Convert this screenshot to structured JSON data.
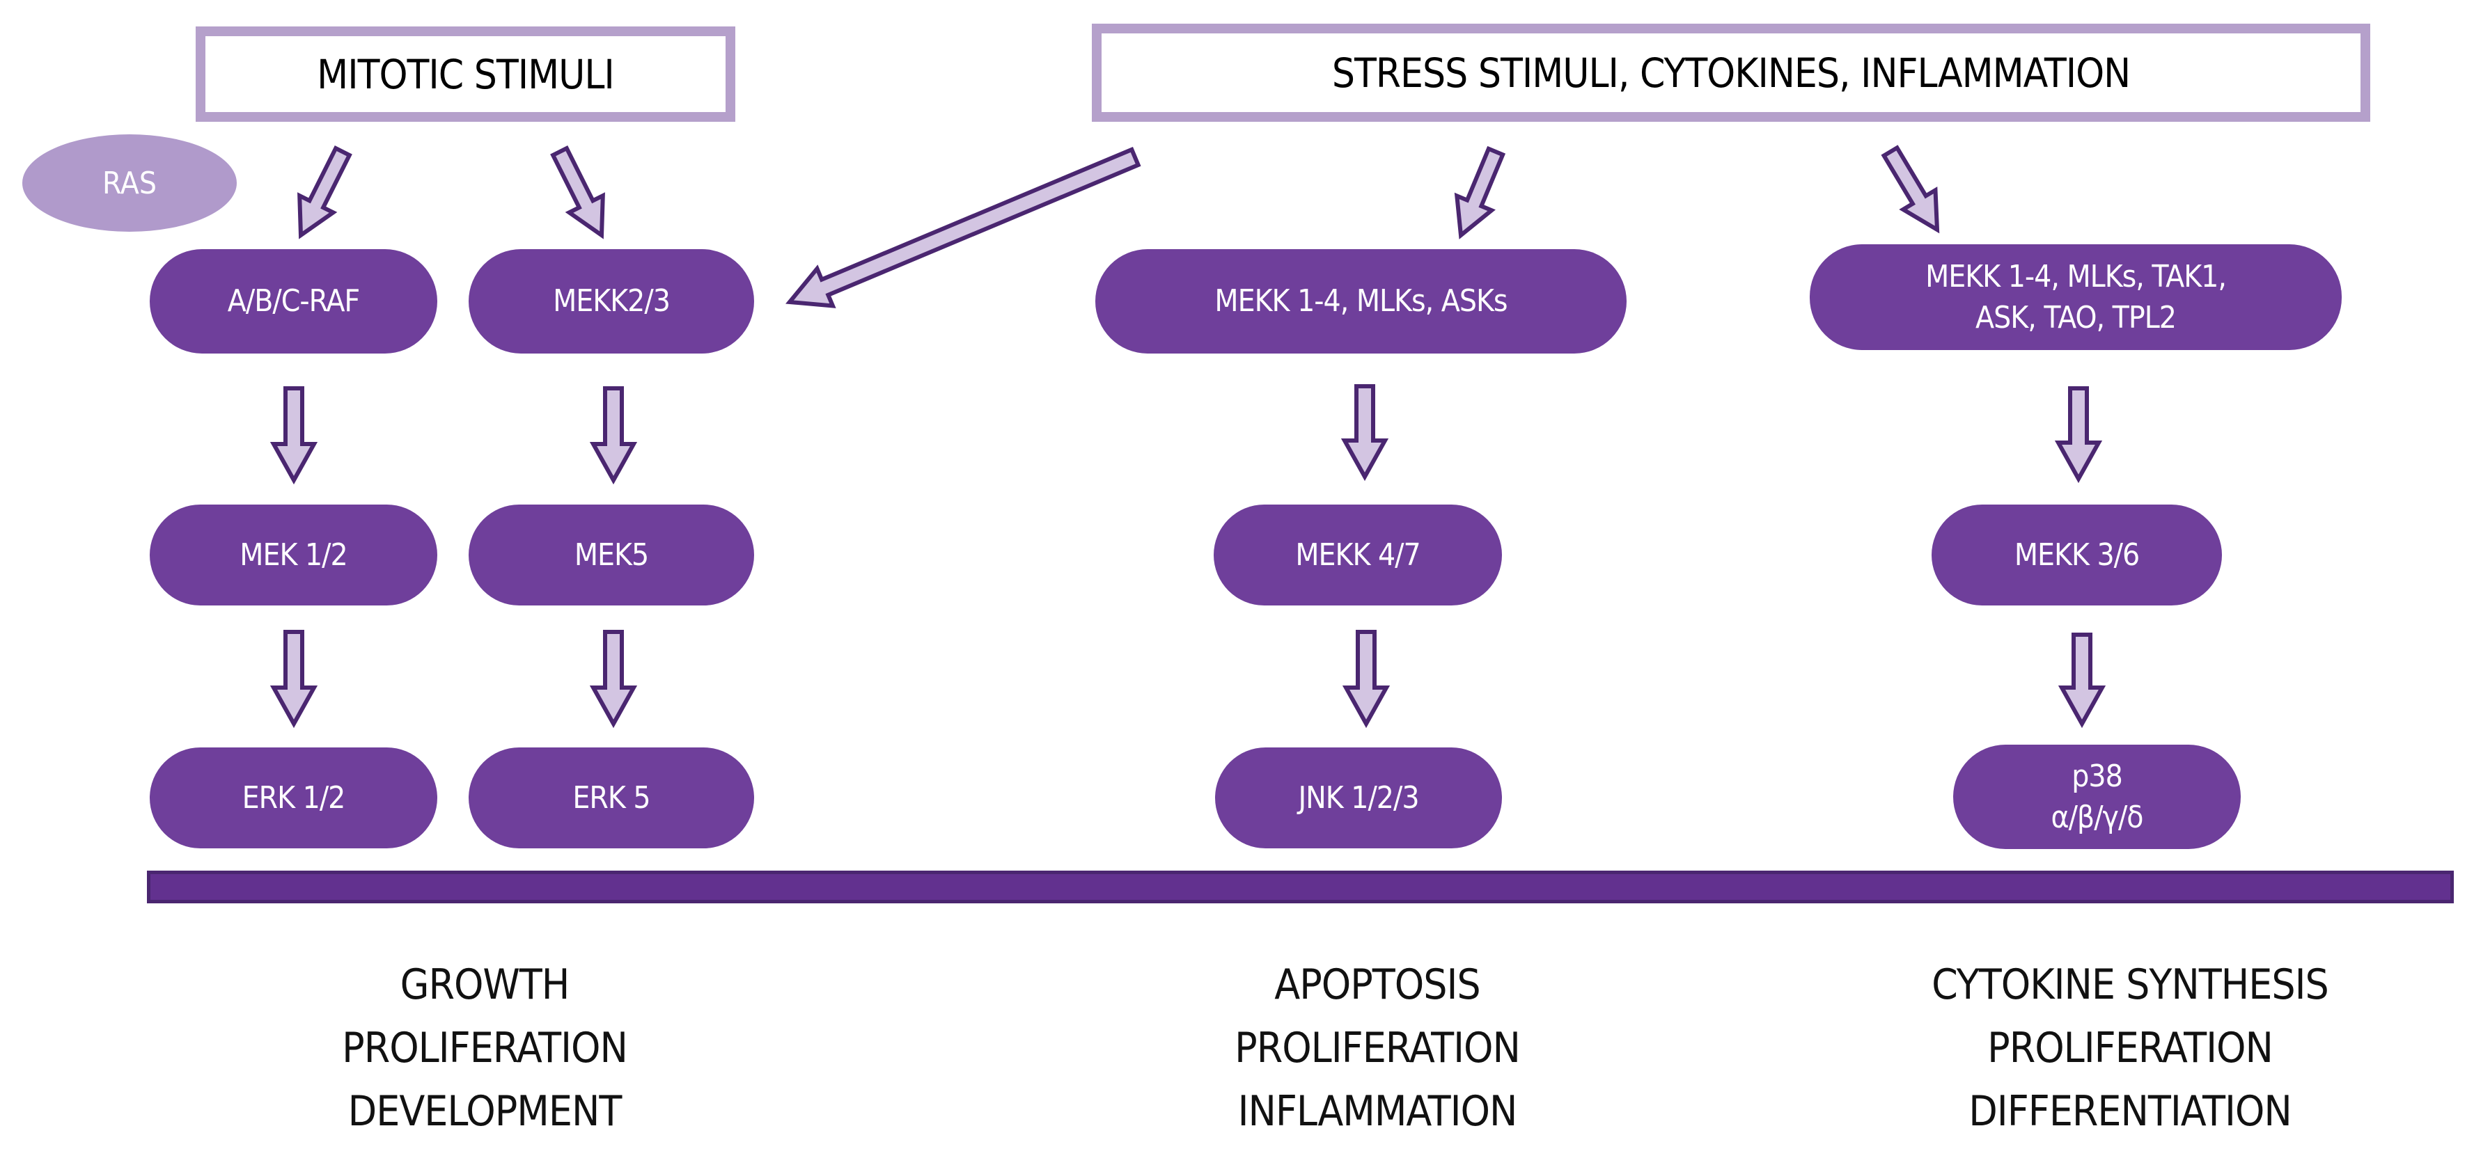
{
  "colors": {
    "stimulus_border": "#B5A0CB",
    "ras_fill": "#B09ACB",
    "node_fill": "#6F3F9B",
    "bar_fill": "#62318F",
    "bar_border": "#4A2670",
    "arrow_fill": "#D3C5E2",
    "arrow_stroke": "#4A2670"
  },
  "stimuli": {
    "mitotic": "MITOTIC STIMULI",
    "stress": "STRESS STIMULI, CYTOKINES, INFLAMMATION"
  },
  "ras": "RAS",
  "pathways": [
    {
      "id": "erk12",
      "mapkkk": "A/B/C-RAF",
      "mapkk": "MEK 1/2",
      "mapk": "ERK 1/2"
    },
    {
      "id": "erk5",
      "mapkkk": "MEKK2/3",
      "mapkk": "MEK5",
      "mapk": "ERK 5"
    },
    {
      "id": "jnk",
      "mapkkk": "MEKK 1-4, MLKs, ASKs",
      "mapkk": "MEKK 4/7",
      "mapk": "JNK 1/2/3"
    },
    {
      "id": "p38",
      "mapkkk_line1": "MEKK 1-4, MLKs, TAK1,",
      "mapkkk_line2": "ASK, TAO, TPL2",
      "mapkk": "MEKK 3/6",
      "mapk_line1": "p38",
      "mapk_line2": "α/β/γ/δ"
    }
  ],
  "outcomes": [
    {
      "lines": [
        "GROWTH",
        "PROLIFERATION",
        "DEVELOPMENT"
      ]
    },
    {
      "lines": [
        "APOPTOSIS",
        "PROLIFERATION",
        "INFLAMMATION"
      ]
    },
    {
      "lines": [
        "CYTOKINE SYNTHESIS",
        "PROLIFERATION",
        "DIFFERENTIATION"
      ]
    }
  ]
}
